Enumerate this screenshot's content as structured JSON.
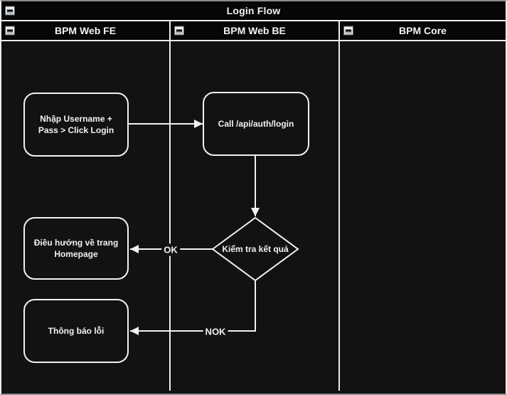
{
  "diagram": {
    "title": "Login Flow",
    "lanes": [
      {
        "label": "BPM Web FE"
      },
      {
        "label": "BPM Web BE"
      },
      {
        "label": "BPM Core"
      }
    ]
  },
  "nodes": {
    "input_credentials": {
      "label": "Nhập Username + Pass > Click Login",
      "shape": "rounded-rect",
      "lane": "BPM Web FE"
    },
    "call_login_api": {
      "label": "Call /api/auth/login",
      "shape": "rounded-rect",
      "lane": "BPM Web BE"
    },
    "check_result": {
      "label": "Kiểm tra kết quả",
      "shape": "decision-diamond",
      "lane": "BPM Web BE"
    },
    "navigate_homepage": {
      "label": "Điều hướng về trang Homepage",
      "shape": "rounded-rect",
      "lane": "BPM Web FE"
    },
    "error_notification": {
      "label": "Thông báo lỗi",
      "shape": "rounded-rect",
      "lane": "BPM Web FE"
    }
  },
  "edges": {
    "ok": {
      "label": "OK",
      "from": "check_result",
      "to": "navigate_homepage"
    },
    "nok": {
      "label": "NOK",
      "from": "check_result",
      "to": "error_notification"
    }
  },
  "colors": {
    "canvas_bg": "#121212",
    "header_bg": "#060606",
    "stroke": "#f2f2f2",
    "text": "#f2f2f2",
    "outer_border": "#8c8c8c"
  }
}
